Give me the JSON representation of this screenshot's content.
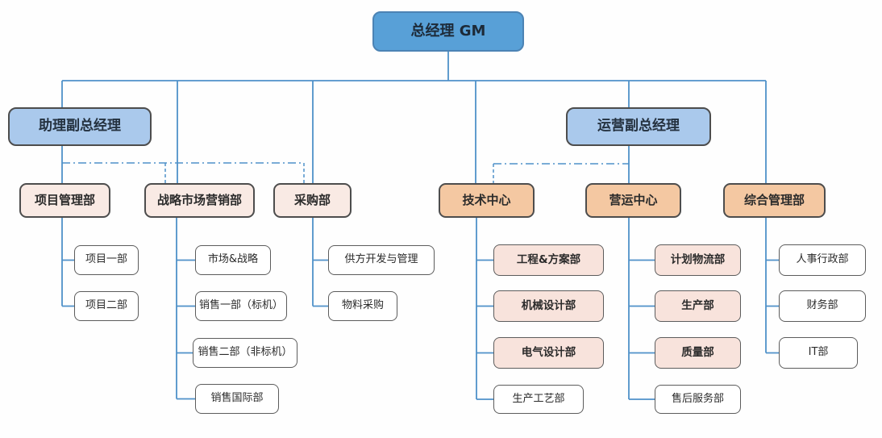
{
  "diagram_type": "org-chart",
  "colors": {
    "root_fill": "#58a0d7",
    "deputy_fill": "#aac9ec",
    "dept_light_fill": "#f9eae4",
    "dept_peach_fill": "#f4c8a2",
    "leaf_pink_fill": "#f8e3dc",
    "leaf_white_fill": "#ffffff",
    "connector_blue": "#4f91c9",
    "box_border_dark": "#4d4d4d"
  },
  "nodes": {
    "gm": {
      "label": "总经理 GM"
    },
    "assistant_vgm": {
      "label": "助理副总经理"
    },
    "operations_vgm": {
      "label": "运营副总经理"
    },
    "project_mgmt": {
      "label": "项目管理部"
    },
    "strategic_marketing": {
      "label": "战略市场营销部"
    },
    "purchasing": {
      "label": "采购部"
    },
    "tech_center": {
      "label": "技术中心"
    },
    "operations_center": {
      "label": "营运中心"
    },
    "general_mgmt": {
      "label": "综合管理部"
    },
    "project_1": {
      "label": "项目一部"
    },
    "project_2": {
      "label": "项目二部"
    },
    "market_strategy": {
      "label": "市场&战略"
    },
    "sales_1": {
      "label": "销售一部（标机）"
    },
    "sales_2": {
      "label": "销售二部（非标机）"
    },
    "sales_intl": {
      "label": "销售国际部"
    },
    "supplier_dev": {
      "label": "供方开发与管理"
    },
    "material_purchasing": {
      "label": "物料采购"
    },
    "engineering_solutions": {
      "label": "工程&方案部"
    },
    "mechanical_design": {
      "label": "机械设计部"
    },
    "electrical_design": {
      "label": "电气设计部"
    },
    "production_process": {
      "label": "生产工艺部"
    },
    "planning_logistics": {
      "label": "计划物流部"
    },
    "production": {
      "label": "生产部"
    },
    "quality": {
      "label": "质量部"
    },
    "after_sales": {
      "label": "售后服务部"
    },
    "hr_admin": {
      "label": "人事行政部"
    },
    "finance": {
      "label": "财务部"
    },
    "it": {
      "label": "IT部"
    }
  },
  "hierarchy": {
    "root": "总经理 GM",
    "solid_reports_of_root": [
      "助理副总经理",
      "战略市场营销部",
      "采购部",
      "技术中心",
      "运营副总经理",
      "综合管理部"
    ],
    "deputies": [
      {
        "label": "助理副总经理",
        "solid_children": [
          "项目管理部"
        ],
        "dotted_children": [
          "战略市场营销部",
          "采购部"
        ]
      },
      {
        "label": "运营副总经理",
        "solid_children": [
          "营运中心"
        ],
        "dotted_children": [
          "技术中心"
        ]
      }
    ],
    "departments": [
      {
        "label": "项目管理部",
        "children": [
          "项目一部",
          "项目二部"
        ]
      },
      {
        "label": "战略市场营销部",
        "children": [
          "市场&战略",
          "销售一部（标机）",
          "销售二部（非标机）",
          "销售国际部"
        ]
      },
      {
        "label": "采购部",
        "children": [
          "供方开发与管理",
          "物料采购"
        ]
      },
      {
        "label": "技术中心",
        "children": [
          "工程&方案部",
          "机械设计部",
          "电气设计部",
          "生产工艺部"
        ]
      },
      {
        "label": "营运中心",
        "children": [
          "计划物流部",
          "生产部",
          "质量部",
          "售后服务部"
        ]
      },
      {
        "label": "综合管理部",
        "children": [
          "人事行政部",
          "财务部",
          "IT部"
        ]
      }
    ]
  }
}
